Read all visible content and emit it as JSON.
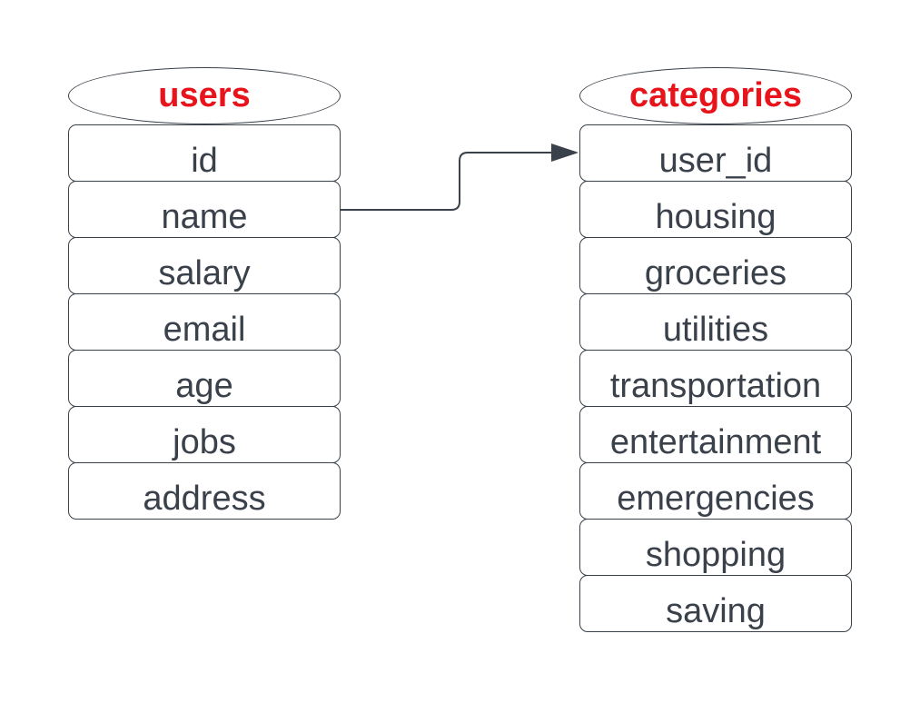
{
  "tables": [
    {
      "id": "users",
      "title": "users",
      "fields": [
        "id",
        "name",
        "salary",
        "email",
        "age",
        "jobs",
        "address"
      ]
    },
    {
      "id": "categories",
      "title": "categories",
      "fields": [
        "user_id",
        "housing",
        "groceries",
        "utilities",
        "transportation",
        "entertainment",
        "emergencies",
        "shopping",
        "saving"
      ]
    }
  ],
  "relationships": [
    {
      "from_table": "users",
      "from_field": "name",
      "to_table": "categories",
      "to_field": "user_id"
    }
  ],
  "colors": {
    "title": "#e8141c",
    "text": "#3a414a",
    "border": "#3a414a",
    "background": "#ffffff"
  }
}
